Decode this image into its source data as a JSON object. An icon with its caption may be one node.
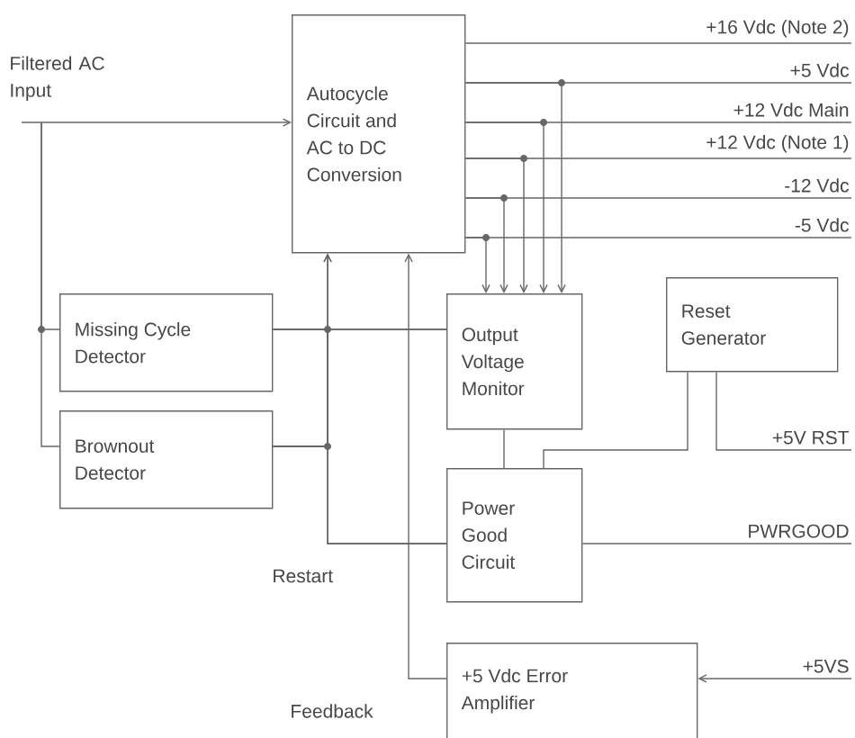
{
  "diagram": {
    "nodes": [
      {
        "text": [
          "Filtered AC Input"
        ]
      },
      {
        "text": [
          "Autocycle Circuit and AC to DC Conversion"
        ]
      },
      {
        "text": [
          "+16 Vdc (Note 2)"
        ]
      },
      {
        "text": [
          "+5 Vdc"
        ]
      },
      {
        "text": [
          "+12 Vdc Main"
        ]
      },
      {
        "text": [
          "+12 Vdc (Note 1)"
        ]
      },
      {
        "text": [
          "-12 Vdc"
        ]
      },
      {
        "text": [
          "-5 Vdc"
        ]
      },
      {
        "text": [
          "Missing Cycle Detector"
        ]
      },
      {
        "text": [
          "Output Voltage Monitor"
        ]
      },
      {
        "text": [
          "Reset Generator"
        ]
      },
      {
        "text": [
          "Brownout Detector"
        ]
      },
      {
        "text": [
          "+5V RST"
        ]
      },
      {
        "text": [
          "Power Good Circuit"
        ]
      },
      {
        "text": [
          "PWRGOOD"
        ]
      },
      {
        "text": [
          "+5VS"
        ]
      },
      {
        "text": [
          "+5 Vdc Error Amplifier"
        ]
      }
    ],
    "edges": [
      {
        "from": 0,
        "to": 1,
        "arrow": "to"
      },
      {
        "from": 1,
        "to": 2,
        "arrow": "none"
      },
      {
        "from": 1,
        "to": 3,
        "arrow": "none"
      },
      {
        "from": 1,
        "to": 4,
        "arrow": "none"
      },
      {
        "from": 1,
        "to": 5,
        "arrow": "none"
      },
      {
        "from": 1,
        "to": 6,
        "arrow": "none"
      },
      {
        "from": 1,
        "to": 7,
        "arrow": "none"
      },
      {
        "from": 1,
        "to": 9,
        "arrow": "to"
      },
      {
        "from": 1,
        "to": 9,
        "arrow": "to"
      },
      {
        "from": 1,
        "to": 9,
        "arrow": "to"
      },
      {
        "from": 1,
        "to": 9,
        "arrow": "to"
      },
      {
        "from": 1,
        "to": 9,
        "arrow": "to"
      },
      {
        "from": 0,
        "to": 8,
        "arrow": "none"
      },
      {
        "from": 0,
        "to": 11,
        "arrow": "none"
      },
      {
        "from": 8,
        "to": 1,
        "arrow": "to"
      },
      {
        "from": 11,
        "to": 1,
        "arrow": "to"
      },
      {
        "from": 8,
        "to": 9,
        "arrow": "none"
      },
      {
        "from": 11,
        "to": 9,
        "arrow": "none"
      },
      {
        "from": 8,
        "to": 13,
        "arrow": "none"
      },
      {
        "from": 11,
        "to": 13,
        "arrow": "none"
      },
      {
        "from": 16,
        "to": 1,
        "arrow": "to"
      },
      {
        "from": 9,
        "to": 13,
        "arrow": "none"
      },
      {
        "from": 10,
        "to": 13,
        "arrow": "none"
      },
      {
        "from": 10,
        "to": 12,
        "arrow": "none"
      },
      {
        "from": 13,
        "to": 14,
        "arrow": "none"
      },
      {
        "from": 15,
        "to": 16,
        "arrow": "to"
      }
    ],
    "labels": [
      "Restart",
      "Feedback"
    ]
  }
}
